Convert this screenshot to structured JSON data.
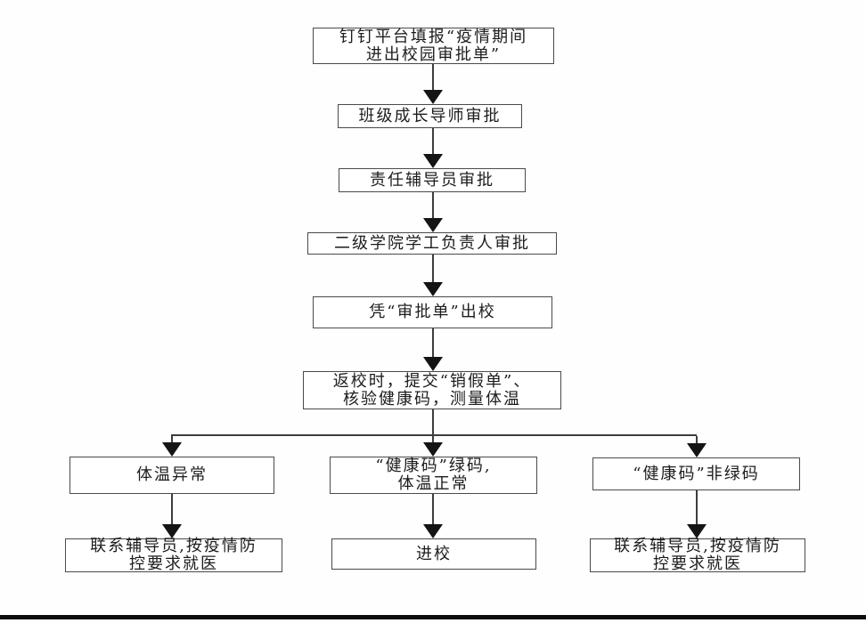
{
  "page": {
    "background_color": "#ffffff",
    "bottom_rule_color": "#0d0d0d"
  },
  "diagram": {
    "type": "flowchart",
    "line_color": "#3d3d3d",
    "box_border_color": "#4a4a4a",
    "text_color": "#1c1c1c",
    "nodes": {
      "n1": {
        "text": "钉钉平台填报“疫情期间\n进出校园审批单”"
      },
      "n2": {
        "text": "班级成长导师审批"
      },
      "n3": {
        "text": "责任辅导员审批"
      },
      "n4": {
        "text": "二级学院学工负责人审批"
      },
      "n5": {
        "text": "凭“审批单”出校"
      },
      "n6": {
        "text": "返校时，提交“销假单”、\n核验健康码，测量体温"
      },
      "n7": {
        "text": "体温异常"
      },
      "n8": {
        "text": "“健康码”绿码,\n体温正常"
      },
      "n9": {
        "text": "“健康码”非绿码"
      },
      "n10": {
        "text": "联系辅导员,按疫情防\n控要求就医"
      },
      "n11": {
        "text": "进校"
      },
      "n12": {
        "text": "联系辅导员,按疫情防\n控要求就医"
      }
    },
    "edges": [
      {
        "from": "n1",
        "to": "n2"
      },
      {
        "from": "n2",
        "to": "n3"
      },
      {
        "from": "n3",
        "to": "n4"
      },
      {
        "from": "n4",
        "to": "n5"
      },
      {
        "from": "n5",
        "to": "n6"
      },
      {
        "from": "n6",
        "to": "n7"
      },
      {
        "from": "n6",
        "to": "n8"
      },
      {
        "from": "n6",
        "to": "n9"
      },
      {
        "from": "n7",
        "to": "n10"
      },
      {
        "from": "n8",
        "to": "n11"
      },
      {
        "from": "n9",
        "to": "n12"
      }
    ]
  }
}
